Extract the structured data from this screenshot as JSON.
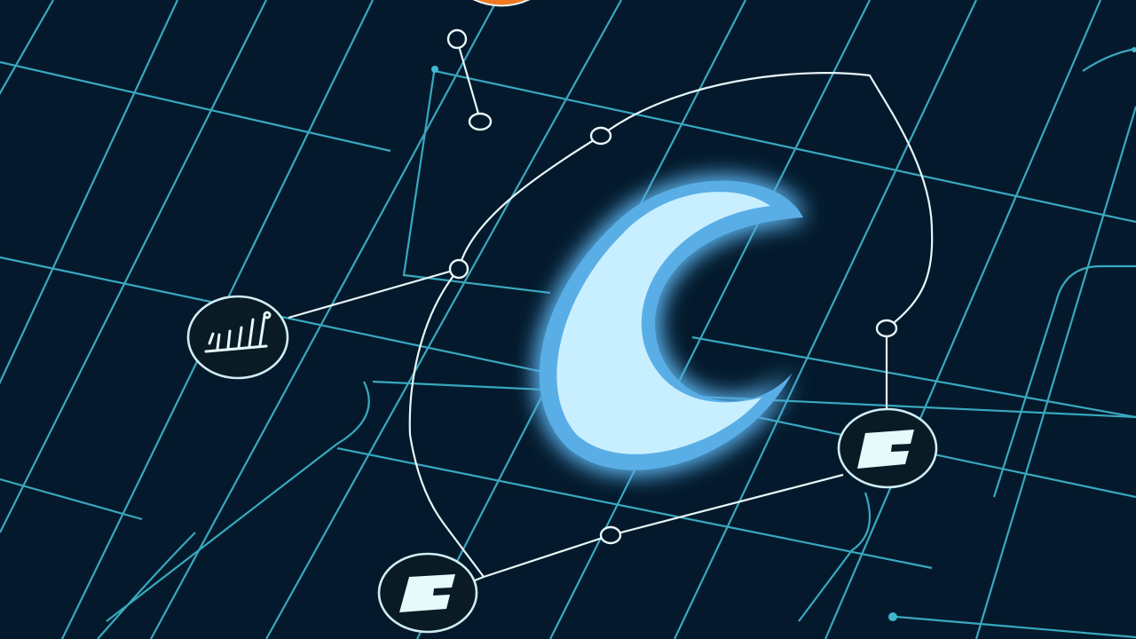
{
  "palette": {
    "background": "#041a2c",
    "grid_line": "#3fb8cf",
    "network_line": "#e9f6f9",
    "glow": "#6ec8ff",
    "crescent_outer": "#5aaee6",
    "crescent_inner": "#c8efff",
    "node_fill": "#0a1b26",
    "node_stroke": "#cfeef3",
    "icon_fill": "#e6f9fb",
    "accent_orange": "#f07a22"
  },
  "nodes": [
    {
      "name": "chart-node",
      "icon": "bar-chart-icon"
    },
    {
      "name": "card-node-right",
      "icon": "card-icon"
    },
    {
      "name": "card-node-bottom",
      "icon": "card-icon"
    },
    {
      "name": "orange-node",
      "icon": "orange-blob-icon"
    }
  ],
  "center_logo": {
    "icon": "crescent-logo-icon"
  }
}
